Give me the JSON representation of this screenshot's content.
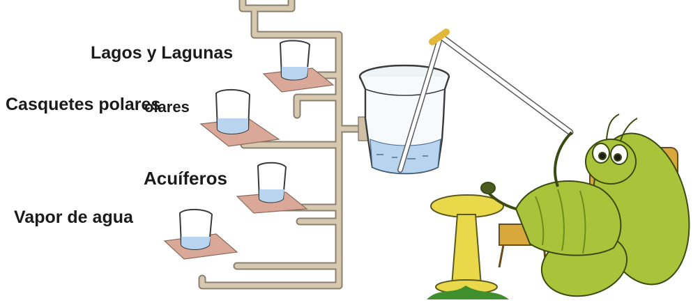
{
  "labels": {
    "lakes": "Lagos y Lagunas",
    "polar": "Casquetes polares",
    "polar_overlap": "olares",
    "aquifers": "Acuíferos",
    "vapor": "Vapor de agua"
  },
  "colors": {
    "pipe": "#d7c9b0",
    "pipe_edge": "#8a8070",
    "tray": "#d9a898",
    "water": "#b9d4ee",
    "insect": "#a9c43a",
    "insect_dark": "#6f8a1f",
    "stool": "#e8d84a",
    "chair": "#d8a83c",
    "grass": "#3f8f2f"
  }
}
